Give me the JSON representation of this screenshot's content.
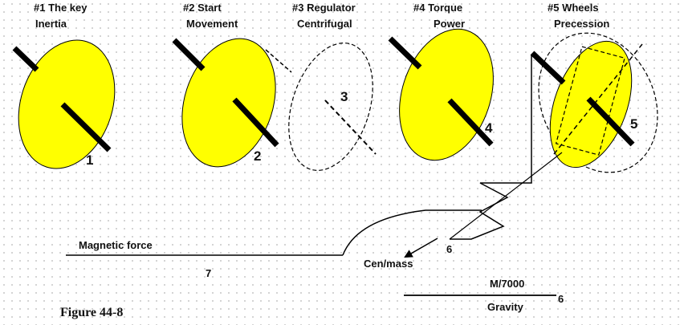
{
  "colors": {
    "wheel_fill": "#ffff00",
    "ink": "#000000"
  },
  "wheels": [
    {
      "title_line1": "#1 The key",
      "title_line2": "Inertia",
      "number": "1"
    },
    {
      "title_line1": "#2 Start",
      "title_line2": "Movement",
      "number": "2"
    },
    {
      "title_line1": "#3 Regulator",
      "title_line2": "Centrifugal",
      "number": "3"
    },
    {
      "title_line1": "#4 Torque",
      "title_line2": "Power",
      "number": "4"
    },
    {
      "title_line1": "#5  Wheels",
      "title_line2": "Precession",
      "number": "5"
    }
  ],
  "labels": {
    "magnetic_force": "Magnetic force",
    "magnetic_number": "7",
    "cen_mass": "Cen/mass",
    "cen_mass_number": "6",
    "ratio": "M/7000",
    "gravity": "Gravity",
    "gravity_number": "6",
    "figure": "Figure 44-8"
  }
}
